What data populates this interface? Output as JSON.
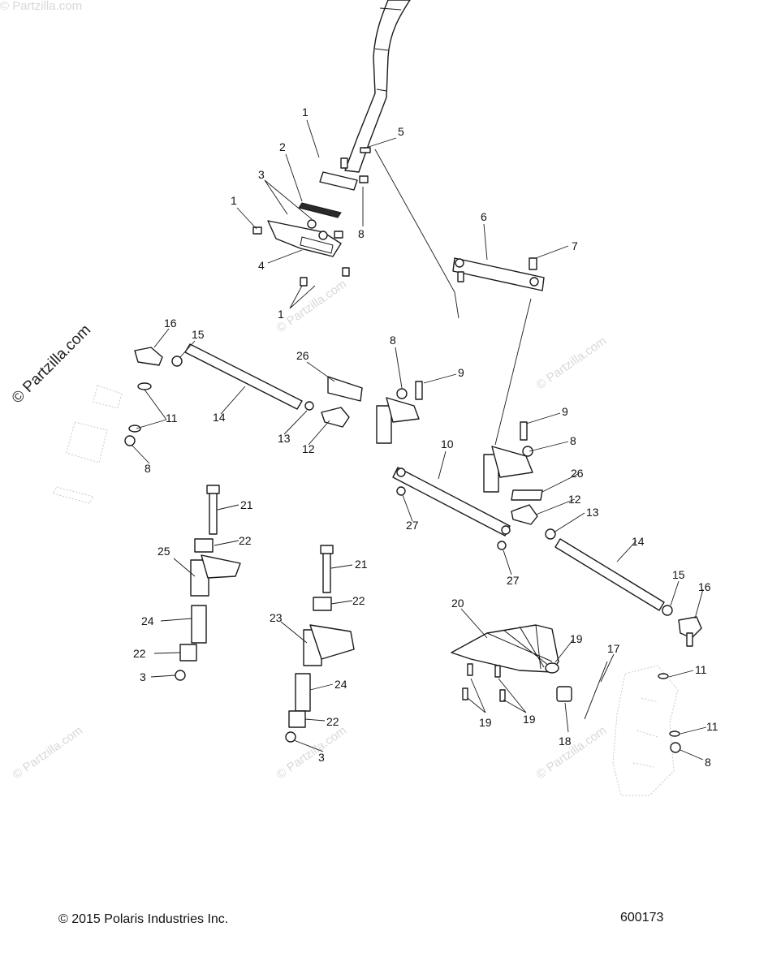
{
  "watermark": "© Partzilla.com",
  "copyright": "© 2015 Polaris Industries Inc.",
  "diagram_number": "600173",
  "callouts": [
    "1",
    "2",
    "3",
    "1",
    "4",
    "1",
    "5",
    "8",
    "6",
    "7",
    "16",
    "15",
    "14",
    "11",
    "8",
    "26",
    "13",
    "12",
    "8",
    "9",
    "9",
    "8",
    "10",
    "26",
    "12",
    "13",
    "27",
    "27",
    "14",
    "15",
    "16",
    "21",
    "22",
    "25",
    "24",
    "22",
    "3",
    "21",
    "22",
    "23",
    "24",
    "22",
    "3",
    "20",
    "19",
    "19",
    "19",
    "18",
    "17",
    "11",
    "11",
    "8"
  ]
}
